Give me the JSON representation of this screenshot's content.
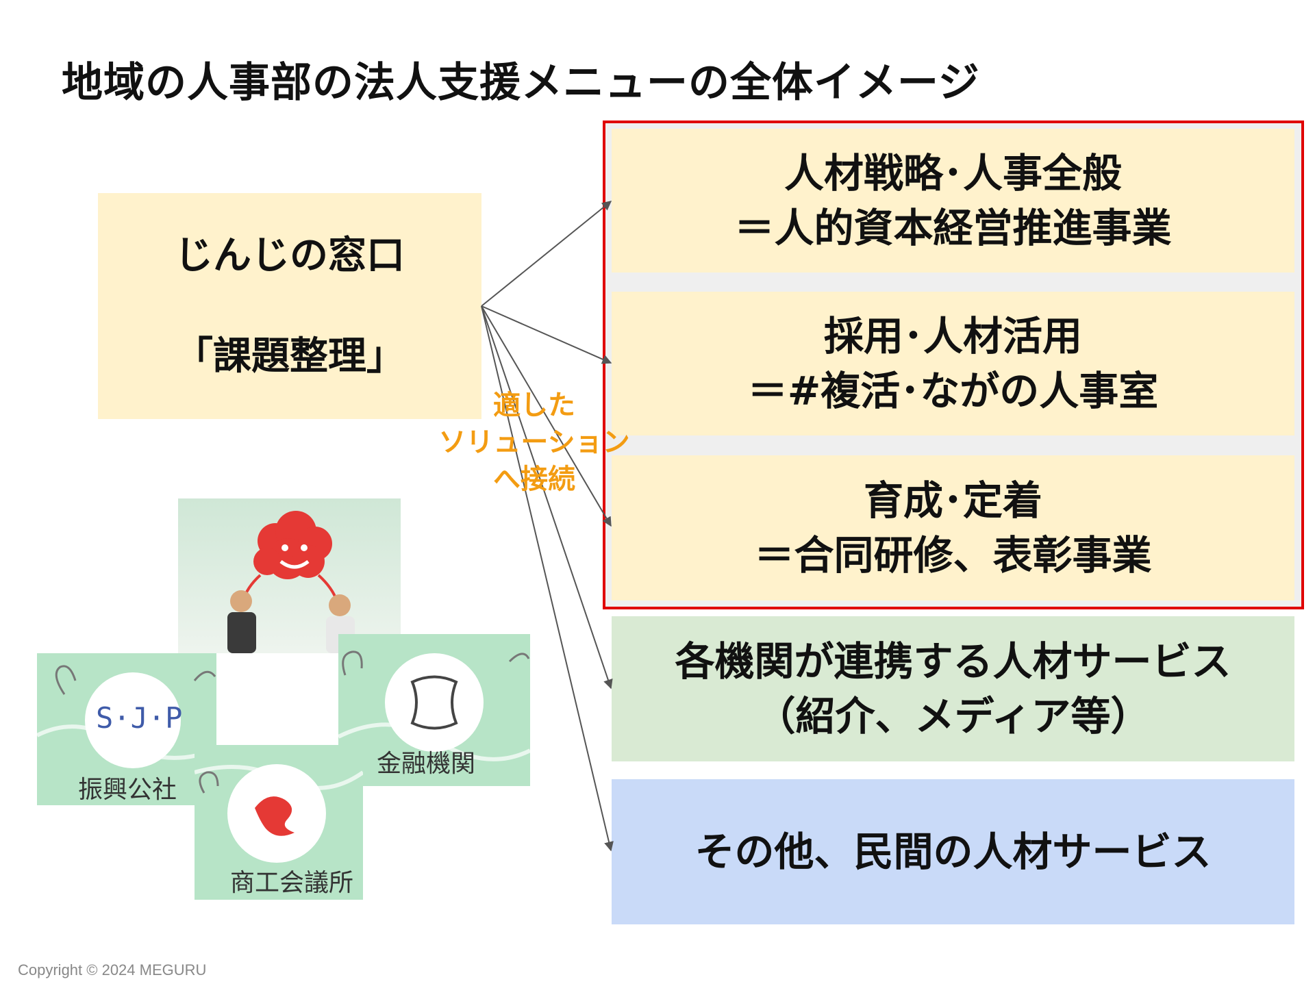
{
  "title": "地域の人事部の法人支援メニューの全体イメージ",
  "window_box": {
    "line1": "じんじの窓口",
    "line2": "「課題整理」"
  },
  "connect_label": {
    "line1": "適した",
    "line2": "ソリューション",
    "line3": "へ接続"
  },
  "solutions": [
    {
      "line1": "人材戦略･人事全般",
      "line2": "＝人的資本経営推進事業"
    },
    {
      "line1": "採用･人材活用",
      "line2": "＝#複活･ながの人事室"
    },
    {
      "line1": "育成･定着",
      "line2": "＝合同研修、表彰事業"
    },
    {
      "line1": "各機関が連携する人材サービス",
      "line2": "（紹介、メディア等）"
    },
    {
      "line1": "その他、民間の人材サービス"
    }
  ],
  "partner_tiles": {
    "sp": {
      "logo_text": "S·J·P",
      "caption": "振興公社"
    },
    "shoko": {
      "caption": "商工会議所"
    },
    "kinyu": {
      "caption": "金融機関"
    }
  },
  "colors": {
    "cream": "#fff2cc",
    "green": "#d9ead3",
    "blue": "#c9daf8",
    "frame_red": "#e00000",
    "label_orange": "#f39c12",
    "tile_green": "#b7e4c7",
    "mascot_red": "#e53935"
  },
  "footer": "Copyright © 2024 MEGURU"
}
